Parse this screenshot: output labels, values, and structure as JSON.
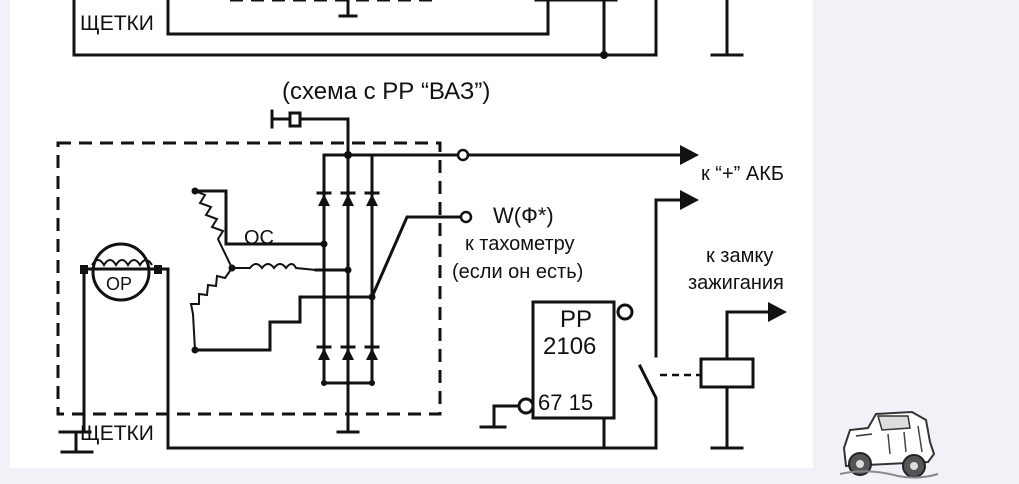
{
  "diagram": {
    "caption": "(схема с РР “ВАЗ”)",
    "top_brushes_label": "ЩЕТКИ",
    "brushes_label": "ЩЕТКИ",
    "stator_label": "ОС",
    "rotor_label": "ОР",
    "battery_label": "к “+” АКБ",
    "tacho_symbol": "W(Ф*)",
    "tacho_line1": "к тахометру",
    "tacho_line2": "(если он есть)",
    "ignition_line1": "к замку",
    "ignition_line2": "зажигания",
    "regulator_line1": "РР",
    "regulator_line2": "2106",
    "regulator_terminals": "67 15"
  }
}
